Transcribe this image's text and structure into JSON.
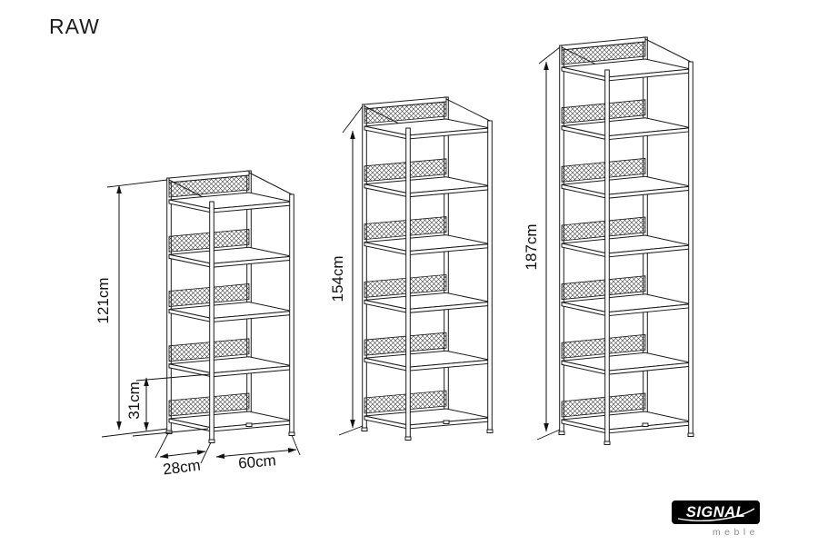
{
  "title": "RAW",
  "units": [
    {
      "id": "raw-121",
      "shelf_count": 5,
      "dims": {
        "height": "121cm",
        "shelf_spacing": "31cm",
        "depth": "28cm",
        "width": "60cm"
      }
    },
    {
      "id": "raw-154",
      "shelf_count": 6,
      "dims": {
        "height": "154cm"
      }
    },
    {
      "id": "raw-187",
      "shelf_count": 7,
      "dims": {
        "height": "187cm"
      }
    }
  ],
  "brand": {
    "name": "SIGNAL",
    "subtitle": "meble"
  },
  "colors": {
    "line": "#1b1b1b",
    "logo_bg": "#000000",
    "logo_text": "#ffffff",
    "logo_sub": "#8c8c8c"
  }
}
